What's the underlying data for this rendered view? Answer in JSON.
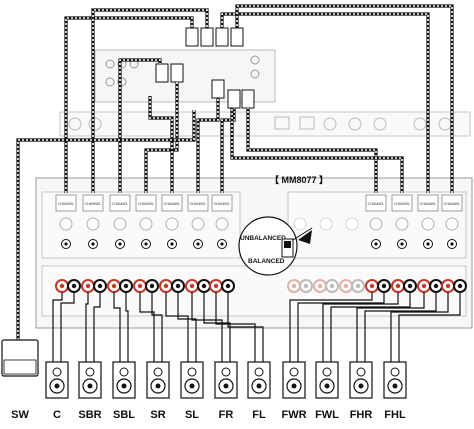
{
  "model_label": "【 MM8077 】",
  "balance_switch": {
    "top": "UNBALANCED",
    "bottom": "BALANCED"
  },
  "channel_tag": "CHANNEL",
  "speakers": [
    {
      "label": "SW"
    },
    {
      "label": "C"
    },
    {
      "label": "SBR"
    },
    {
      "label": "SBL"
    },
    {
      "label": "SR"
    },
    {
      "label": "SL"
    },
    {
      "label": "FR"
    },
    {
      "label": "FL"
    },
    {
      "label": "FWR"
    },
    {
      "label": "FWL"
    },
    {
      "label": "FHR"
    },
    {
      "label": "FHL"
    }
  ],
  "colors": {
    "line": "#111111",
    "panel": "#f4f4f4",
    "panel_edge": "#999999",
    "terminal_red": "#c0392b",
    "bg": "#ffffff"
  }
}
